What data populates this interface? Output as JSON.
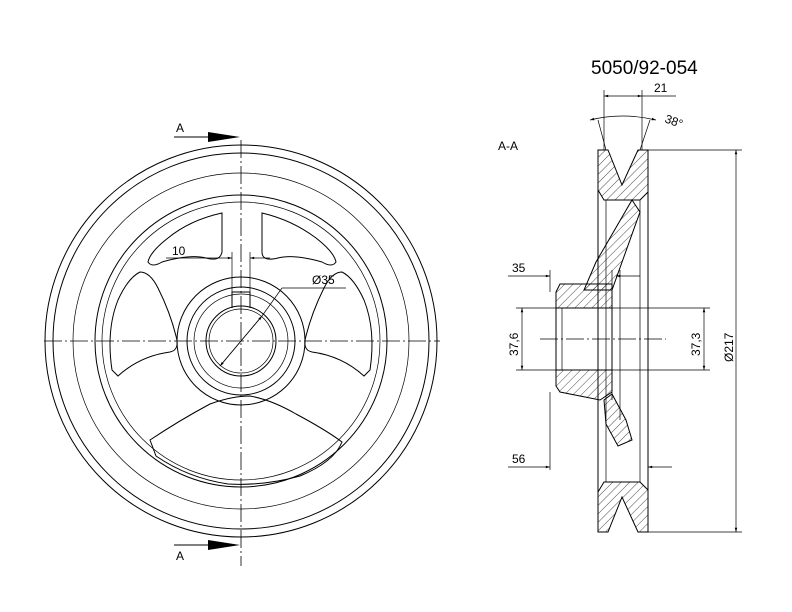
{
  "drawing": {
    "part_number": "5050/92-054",
    "section_label": "A-A",
    "section_arrow_label_top": "A",
    "section_arrow_label_bottom": "A"
  },
  "dimensions": {
    "groove_width": "21",
    "groove_angle": "38°",
    "keyway_width": "10",
    "bore_diameter": "Ø35",
    "hub_offset_top": "35",
    "hub_offset_bottom": "56",
    "hub_diameter_left": "37,6",
    "hub_diameter_right": "37,3",
    "outer_diameter": "Ø217"
  }
}
